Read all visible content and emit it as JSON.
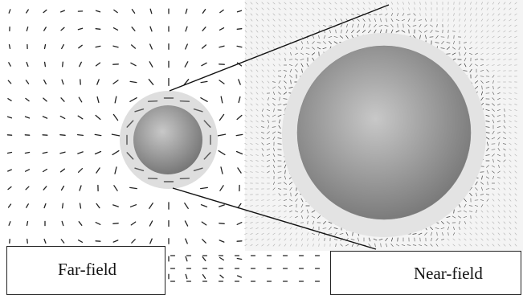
{
  "figure": {
    "labels": {
      "far_field": "Far-field",
      "near_field": "Near-field"
    },
    "colors": {
      "arrow": "#222222",
      "near_arrow": "#4a4a4a",
      "shell": "#dedede",
      "sphere_light": "#c6c6c6",
      "sphere_dark": "#707070",
      "zoom_line": "#111111",
      "near_panel_bg": "#f4f4f4"
    },
    "icons": [
      "sphere-particle",
      "vector-arrow-field",
      "zoom-lines"
    ]
  }
}
